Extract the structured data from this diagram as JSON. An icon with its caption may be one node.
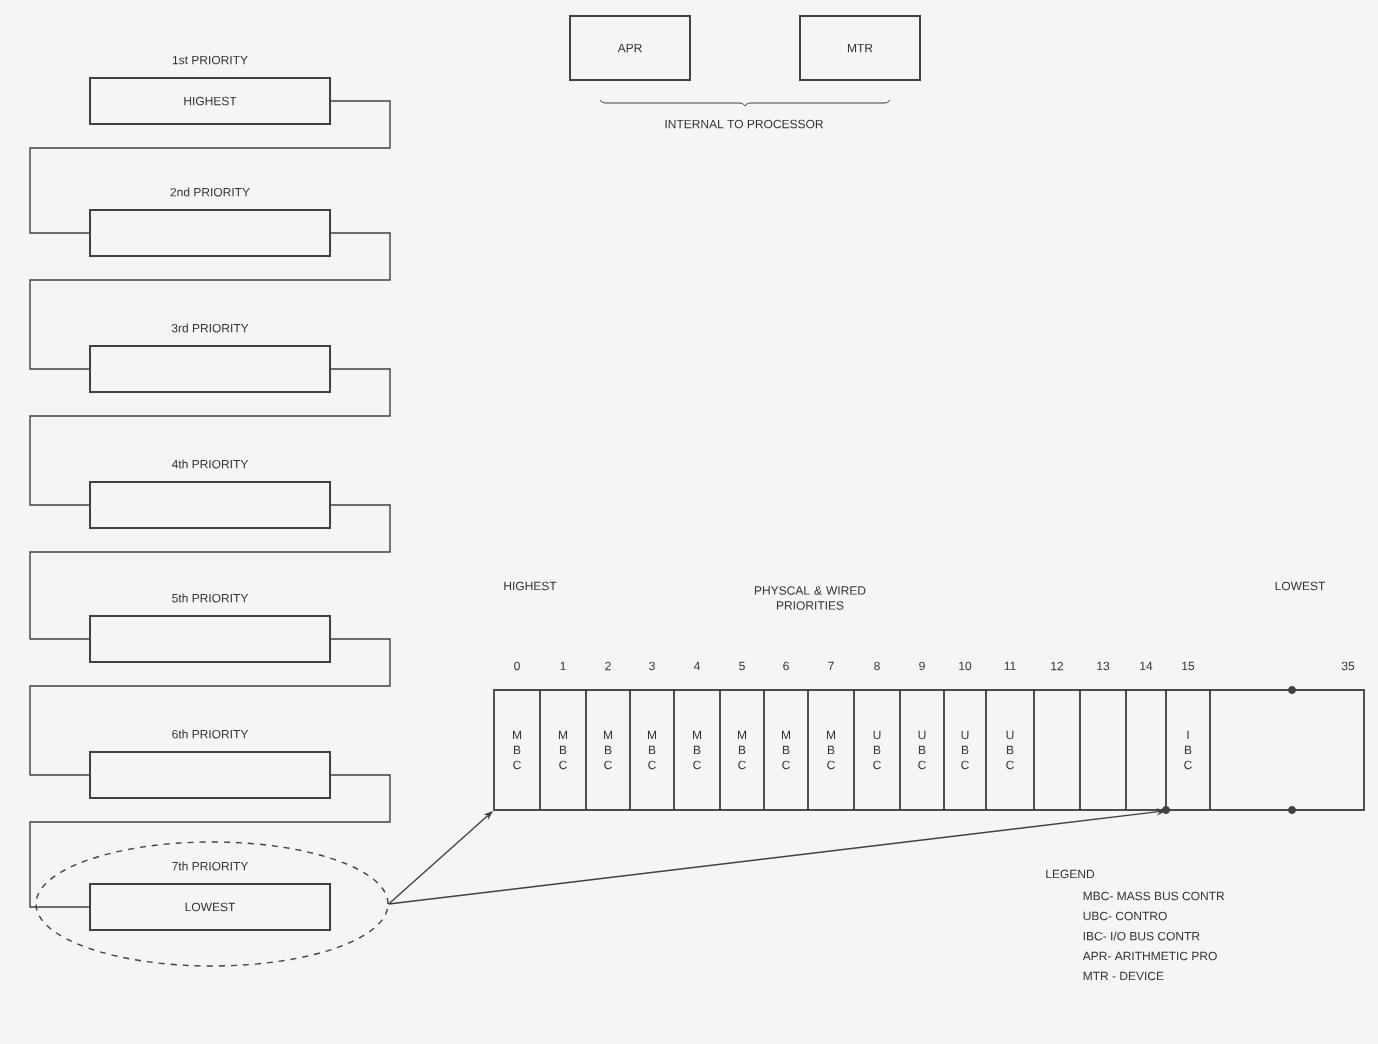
{
  "diagram": {
    "nodes": [
      {
        "text": [
          "1st PRIORITY",
          "HIGHEST"
        ]
      },
      {
        "text": [
          "2nd PRIORITY"
        ]
      },
      {
        "text": [
          "3rd PRIORITY"
        ]
      },
      {
        "text": [
          "4th PRIORITY"
        ]
      },
      {
        "text": [
          "5th PRIORITY"
        ]
      },
      {
        "text": [
          "6th PRIORITY"
        ]
      },
      {
        "text": [],
        "shape": "circle"
      },
      {
        "text": [
          "7th PRIORITY",
          "LOWEST"
        ],
        "in": 6
      },
      {
        "text": [
          "APR"
        ]
      },
      {
        "text": [
          "MTR"
        ]
      },
      {
        "text": [],
        "shape": "bar"
      },
      {
        "text": [
          "M B C"
        ],
        "beside": [
          "0"
        ],
        "in": 10
      },
      {
        "text": [
          "M B C"
        ],
        "beside": [
          "1"
        ],
        "in": 10
      },
      {
        "text": [
          "M B C"
        ],
        "beside": [
          "2"
        ],
        "in": 10
      },
      {
        "text": [
          "M B C"
        ],
        "beside": [
          "3"
        ],
        "in": 10
      },
      {
        "text": [
          "M B C"
        ],
        "beside": [
          "4"
        ],
        "in": 10
      },
      {
        "text": [
          "M B C"
        ],
        "beside": [
          "5"
        ],
        "in": 10
      },
      {
        "text": [
          "M B C"
        ],
        "beside": [
          "6"
        ],
        "in": 10
      },
      {
        "text": [
          "M B C"
        ],
        "beside": [
          "7"
        ],
        "in": 10
      },
      {
        "text": [
          "U B C"
        ],
        "beside": [
          "8"
        ],
        "in": 10
      },
      {
        "text": [
          "U B C"
        ],
        "beside": [
          "9"
        ],
        "in": 10
      },
      {
        "text": [
          "U B C"
        ],
        "beside": [
          "10"
        ],
        "in": 10
      },
      {
        "text": [
          "U B C"
        ],
        "beside": [
          "11"
        ],
        "in": 10
      },
      {
        "text": [],
        "shape": "box",
        "beside": [
          "12"
        ],
        "in": 10
      },
      {
        "text": [],
        "shape": "box",
        "beside": [
          "13"
        ],
        "in": 10
      },
      {
        "text": [],
        "shape": "box",
        "beside": [
          "14"
        ],
        "in": 10
      },
      {
        "text": [
          "I B C"
        ],
        "beside": [
          "15"
        ],
        "in": 10
      },
      {
        "text": [],
        "shape": "box",
        "beside": [
          "35"
        ],
        "in": 10
      }
    ],
    "edges": [
      {
        "from": 0,
        "to": 1,
        "arrow": "none"
      },
      {
        "from": 1,
        "to": 2,
        "arrow": "none"
      },
      {
        "from": 2,
        "to": 3,
        "arrow": "none"
      },
      {
        "from": 3,
        "to": 4,
        "arrow": "none"
      },
      {
        "from": 4,
        "to": 5,
        "arrow": "none"
      },
      {
        "from": 5,
        "to": 7,
        "arrow": "none"
      },
      {
        "from": 6,
        "to": 11,
        "arrow": "to"
      },
      {
        "from": 6,
        "to": 25,
        "arrow": "to"
      }
    ],
    "labels": [
      "INTERNAL TO PROCESSOR",
      "HIGHEST",
      "PHYSCAL & WIRED PRIORITIES",
      "LOWEST",
      "LEGEND"
    ],
    "legend": [
      {
        "text": "MBC- MASS BUS CONTR"
      },
      {
        "text": "UBC- CONTRO"
      },
      {
        "text": "IBC- I/O BUS CONTR"
      },
      {
        "text": "APR- ARITHMETIC PRO"
      },
      {
        "text": "MTR - DEVICE"
      }
    ]
  }
}
